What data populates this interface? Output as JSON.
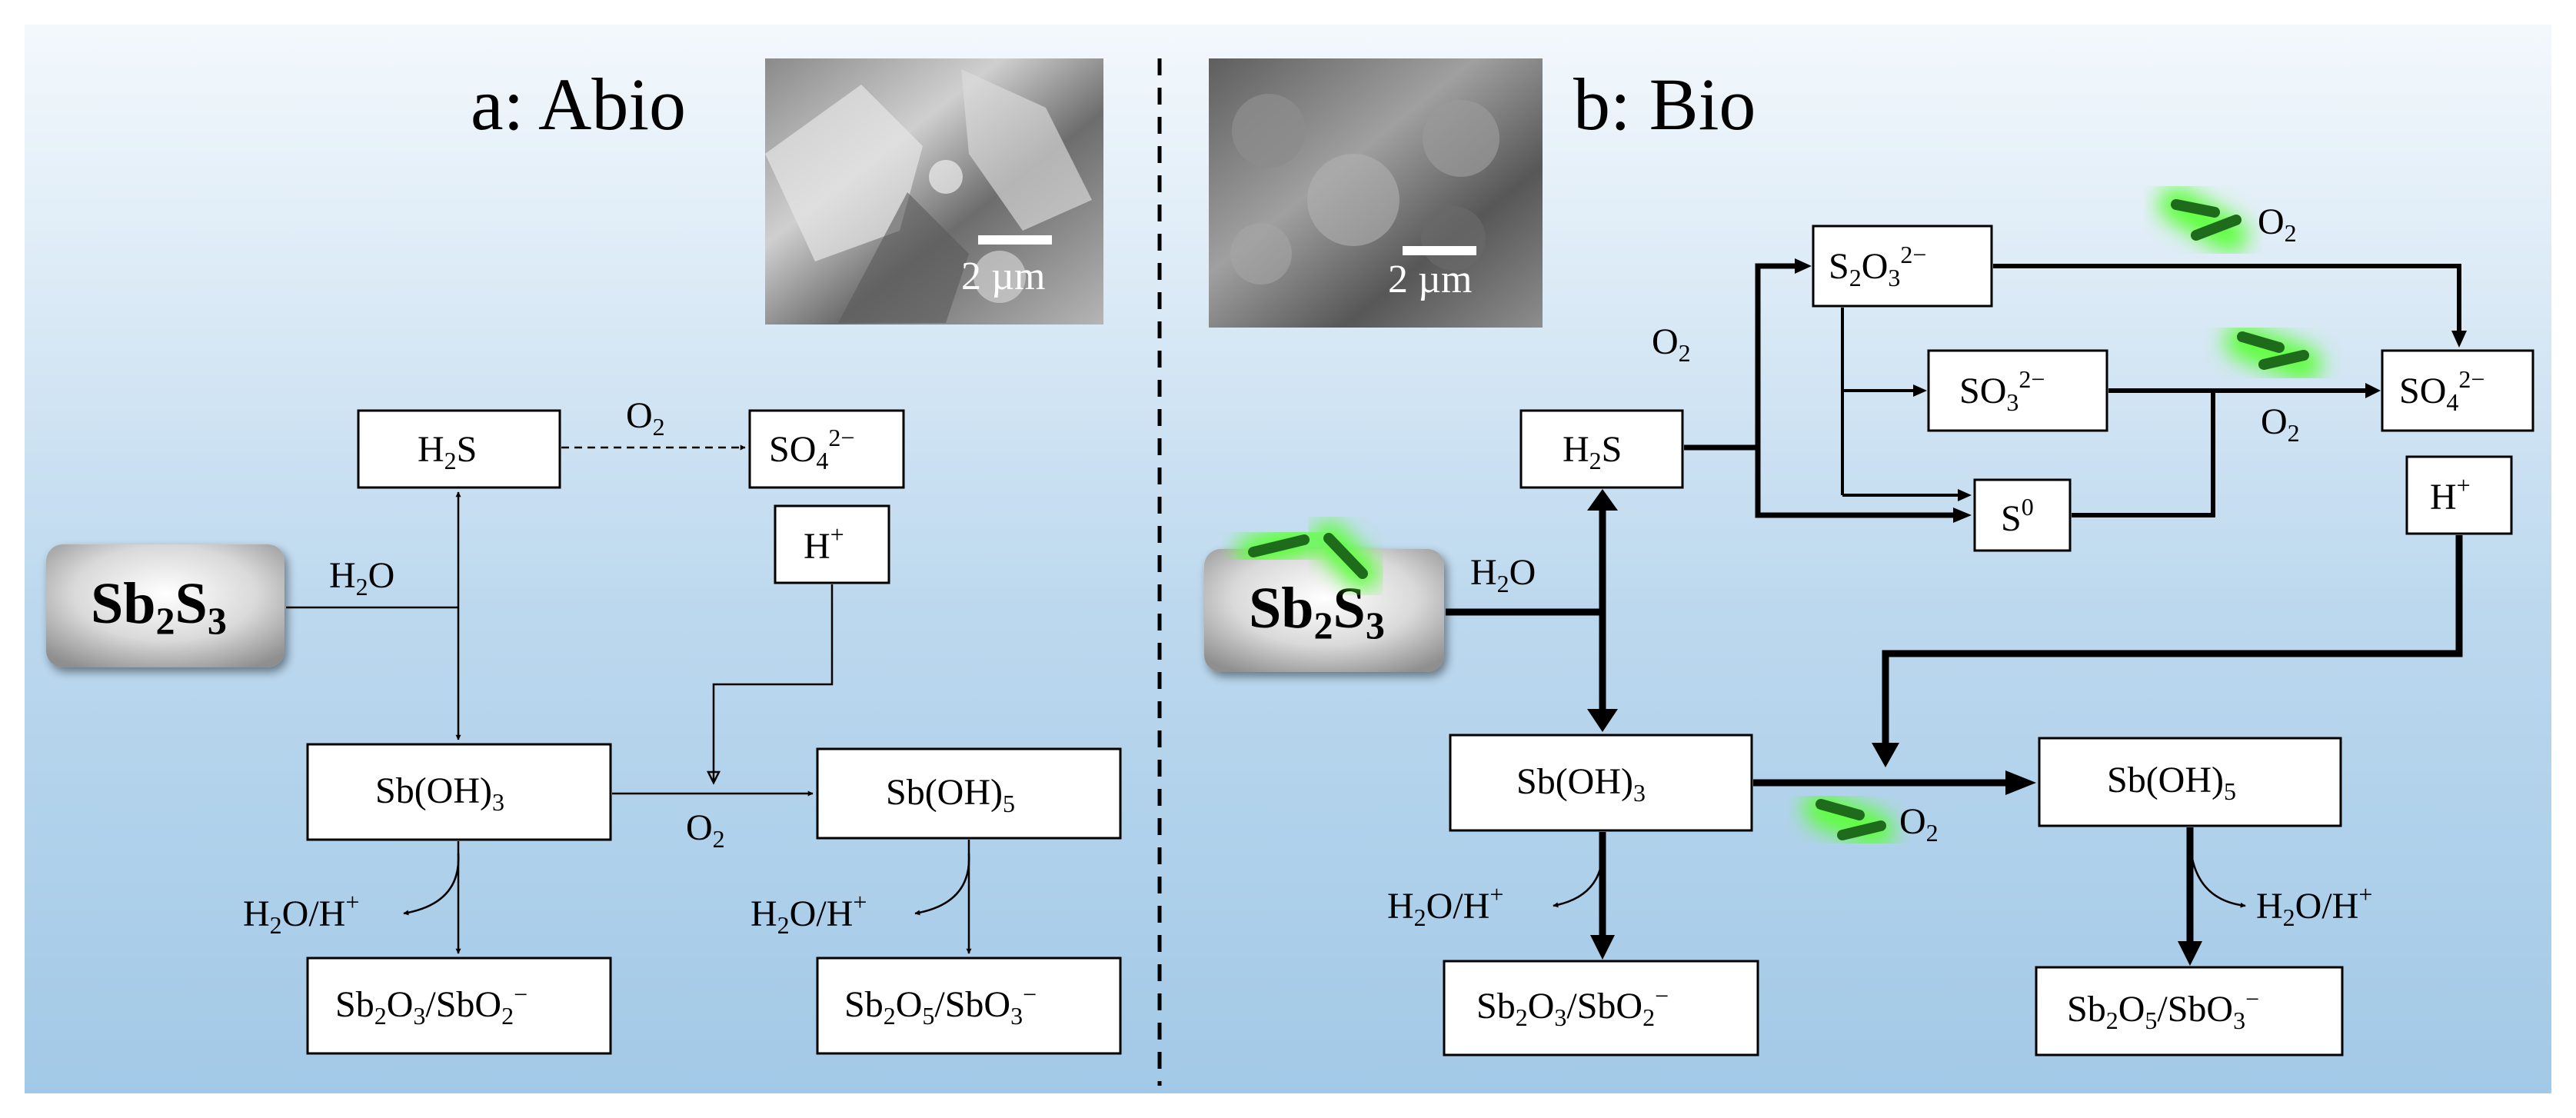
{
  "panel_a": {
    "title": "a: Abio",
    "scale_bar": "2 µm",
    "source": {
      "main": "Sb",
      "sub1": "2",
      "mid": "S",
      "sub2": "3"
    },
    "h2s": {
      "a": "H",
      "sub": "2",
      "b": "S"
    },
    "o2_top": {
      "a": "O",
      "sub": "2"
    },
    "so4": {
      "a": "SO",
      "sub": "4",
      "sup": "2−"
    },
    "hplus": {
      "a": "H",
      "sup": "+"
    },
    "h2o": {
      "a": "H",
      "sub": "2",
      "b": "O"
    },
    "sboh3": {
      "a": "Sb(OH)",
      "sub": "3"
    },
    "o2_mid": {
      "a": "O",
      "sub": "2"
    },
    "sboh5": {
      "a": "Sb(OH)",
      "sub": "5"
    },
    "h2o_hplus_left": {
      "a": "H",
      "sub": "2",
      "b": "O/H",
      "sup": "+"
    },
    "h2o_hplus_right": {
      "a": "H",
      "sub": "2",
      "b": "O/H",
      "sup": "+"
    },
    "sb2o3": {
      "a": "Sb",
      "s1": "2",
      "b": "O",
      "s2": "3",
      "c": "/SbO",
      "s3": "2",
      "sup": "−"
    },
    "sb2o5": {
      "a": "Sb",
      "s1": "2",
      "b": "O",
      "s2": "5",
      "c": "/SbO",
      "s3": "3",
      "sup": "−"
    }
  },
  "panel_b": {
    "title": "b: Bio",
    "scale_bar": "2 µm",
    "source": {
      "main": "Sb",
      "sub1": "2",
      "mid": "S",
      "sub2": "3"
    },
    "h2o": {
      "a": "H",
      "sub": "2",
      "b": "O"
    },
    "h2s": {
      "a": "H",
      "sub": "2",
      "b": "S"
    },
    "o2_left": {
      "a": "O",
      "sub": "2"
    },
    "s2o3": {
      "a": "S",
      "s1": "2",
      "b": "O",
      "s2": "3",
      "sup": "2−"
    },
    "o2_topright": {
      "a": "O",
      "sub": "2"
    },
    "so3": {
      "a": "SO",
      "sub": "3",
      "sup": "2−"
    },
    "o2_mid": {
      "a": "O",
      "sub": "2"
    },
    "so4": {
      "a": "SO",
      "sub": "4",
      "sup": "2−"
    },
    "s0": {
      "a": "S",
      "sup": "0"
    },
    "hplus": {
      "a": "H",
      "sup": "+"
    },
    "sboh3": {
      "a": "Sb(OH)",
      "sub": "3"
    },
    "o2_bottom": {
      "a": "O",
      "sub": "2"
    },
    "sboh5": {
      "a": "Sb(OH)",
      "sub": "5"
    },
    "h2o_hplus_left": {
      "a": "H",
      "sub": "2",
      "b": "O/H",
      "sup": "+"
    },
    "h2o_hplus_right": {
      "a": "H",
      "sub": "2",
      "b": "O/H",
      "sup": "+"
    },
    "sb2o3": {
      "a": "Sb",
      "s1": "2",
      "b": "O",
      "s2": "3",
      "c": "/SbO",
      "s3": "2",
      "sup": "−"
    },
    "sb2o5": {
      "a": "Sb",
      "s1": "2",
      "b": "O",
      "s2": "5",
      "c": "/SbO",
      "s3": "3",
      "sup": "−"
    }
  },
  "colors": {
    "bacteria_glow": "#5cff3a",
    "bacteria_body": "#1f6b1c",
    "line": "#000000"
  }
}
